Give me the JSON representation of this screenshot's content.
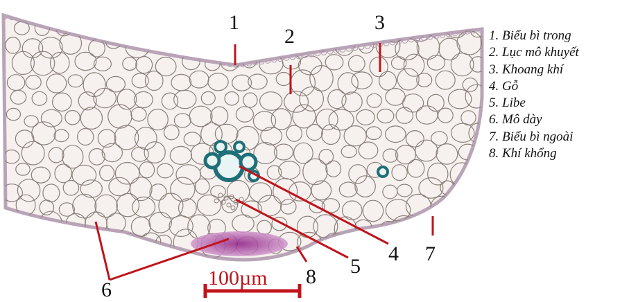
{
  "callouts": [
    "1",
    "2",
    "3",
    "4",
    "5",
    "6",
    "7",
    "8"
  ],
  "legend": [
    "1. Biểu bì trong",
    "2. Lục mô khuyết",
    "3. Khoang khí",
    "4. Gỗ",
    "5. Libe",
    "6. Mô dày",
    "7. Biểu bì ngoài",
    "8. Khí khổng"
  ],
  "scale_bar": {
    "label": "100µm"
  },
  "colors": {
    "tissue_background": "#f6f1ee",
    "cell_wall": "#8a7f79",
    "epidermis": "#b9a4b7",
    "xylem": "#1f6f78",
    "collenchyma": "#a42c97",
    "marker": "#c0141b",
    "leader_line": "#c0141b"
  }
}
